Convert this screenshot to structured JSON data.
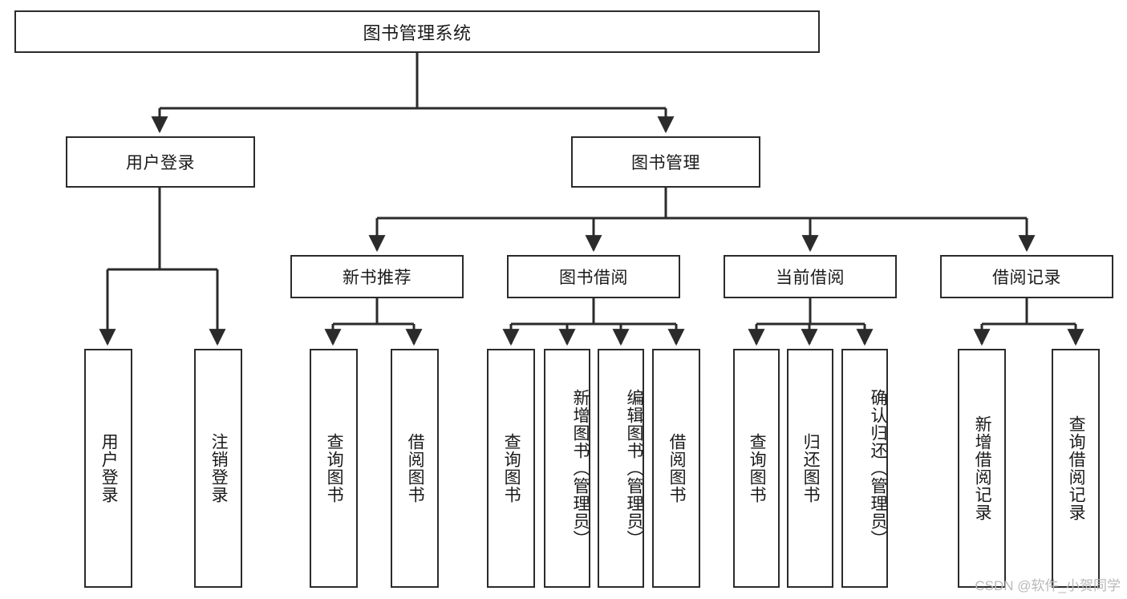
{
  "diagram": {
    "type": "tree",
    "title": "图书管理系统",
    "watermark": "CSDN @软件_小贺同学",
    "colors": {
      "box_border": "#2b2b2b",
      "box_fill": "#ffffff",
      "connector": "#2b2b2b",
      "text": "#1a1a1a",
      "watermark": "#b9b9b9"
    },
    "root": {
      "label": "图书管理系统"
    },
    "level2": [
      {
        "label": "用户登录"
      },
      {
        "label": "图书管理"
      }
    ],
    "level3": [
      {
        "label": "新书推荐"
      },
      {
        "label": "图书借阅"
      },
      {
        "label": "当前借阅"
      },
      {
        "label": "借阅记录"
      }
    ],
    "leaves": {
      "user_login": [
        {
          "label": "用户登录"
        },
        {
          "label": "注销登录"
        }
      ],
      "new_book": [
        {
          "label": "查询图书"
        },
        {
          "label": "借阅图书"
        }
      ],
      "book_borrow": [
        {
          "label": "查询图书"
        },
        {
          "label": "新增图书（管理员）"
        },
        {
          "label": "编辑图书（管理员）"
        },
        {
          "label": "借阅图书"
        }
      ],
      "current_borrow": [
        {
          "label": "查询图书"
        },
        {
          "label": "归还图书"
        },
        {
          "label": "确认归还（管理员）"
        }
      ],
      "borrow_record": [
        {
          "label": "新增借阅记录"
        },
        {
          "label": "查询借阅记录"
        }
      ]
    }
  }
}
